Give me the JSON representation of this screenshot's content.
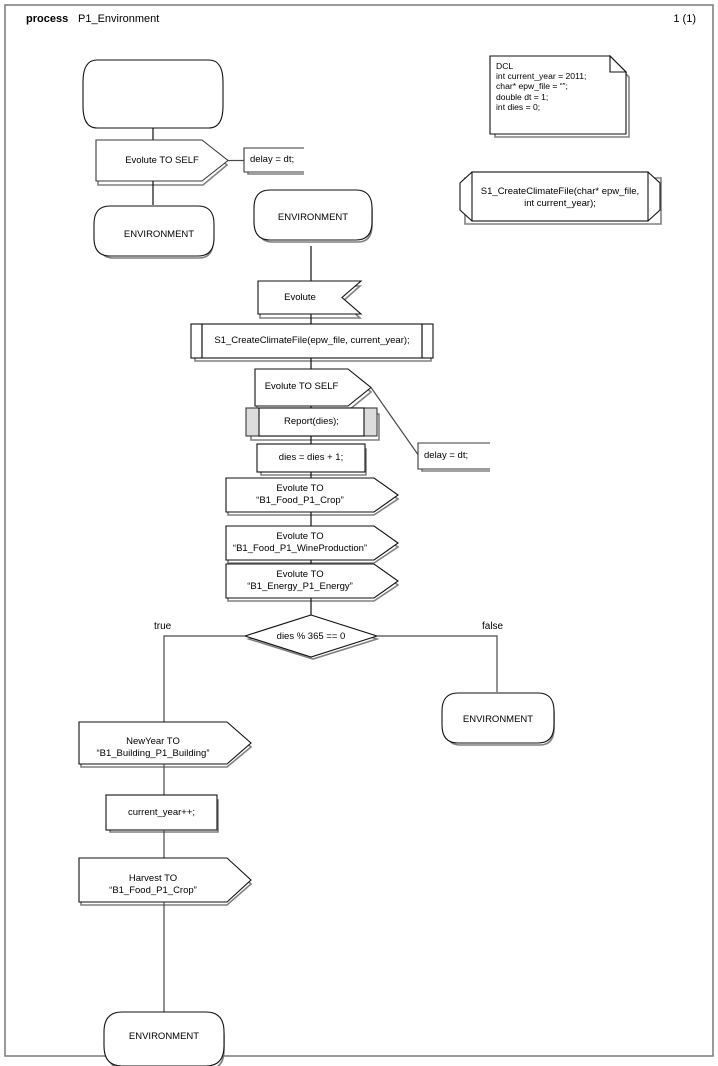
{
  "header": {
    "keyword": "process",
    "diagram_name": "P1_Environment",
    "page_indicator": "1 (1)"
  },
  "colors": {
    "stroke": "#3a3a3a",
    "stroke_dark": "#000000",
    "shadow": "#808080",
    "selected_fill": "#dcdcdc",
    "page_background": "#ffffff"
  },
  "declaration_block": {
    "name": "dcl-block",
    "lines": [
      "DCL",
      "int current_year = 2011;",
      "char* epw_file = “”;",
      "double dt = 1;",
      "int dies = 0;"
    ],
    "text": "DCL\nint current_year = 2011;\nchar* epw_file = “”;\ndouble dt = 1;\nint dies = 0;"
  },
  "procedure_declaration": {
    "name": "procedure-decl-S1_CreateClimateFile",
    "line1": "S1_CreateClimateFile(char* epw_file,",
    "line2": "int current_year);",
    "text": "S1_CreateClimateFile(char* epw_file,\nint current_year);"
  },
  "flow": {
    "start_state": {
      "label": ""
    },
    "branch_a": {
      "output_self": "Evolute TO SELF",
      "comment_delay": "delay = dt;",
      "state_environment": "ENVIRONMENT"
    },
    "branch_b": {
      "state_environment_top": "ENVIRONMENT",
      "input_evolute": "Evolute",
      "call_create_climate": "S1_CreateClimateFile(epw_file, current_year);",
      "output_self": "Evolute TO SELF",
      "comment_delay": "delay = dt;",
      "call_report": "Report(dies);",
      "task_increment_dies": "dies = dies + 1;",
      "output_crop": "Evolute TO\n“B1_Food_P1_Crop”",
      "output_wine": "Evolute TO\n“B1_Food_P1_WineProduction”",
      "output_energy": "Evolute TO\n“B1_Energy_P1_Energy”",
      "decision_condition": "dies % 365 == 0",
      "decision_true_label": "true",
      "decision_false_label": "false",
      "false_state_environment": "ENVIRONMENT",
      "output_newyear": "NewYear TO\n“B1_Building_P1_Building”",
      "task_increment_year": "current_year++;",
      "output_harvest": "Harvest TO\n“B1_Food_P1_Crop”",
      "end_state_environment": "ENVIRONMENT"
    }
  }
}
